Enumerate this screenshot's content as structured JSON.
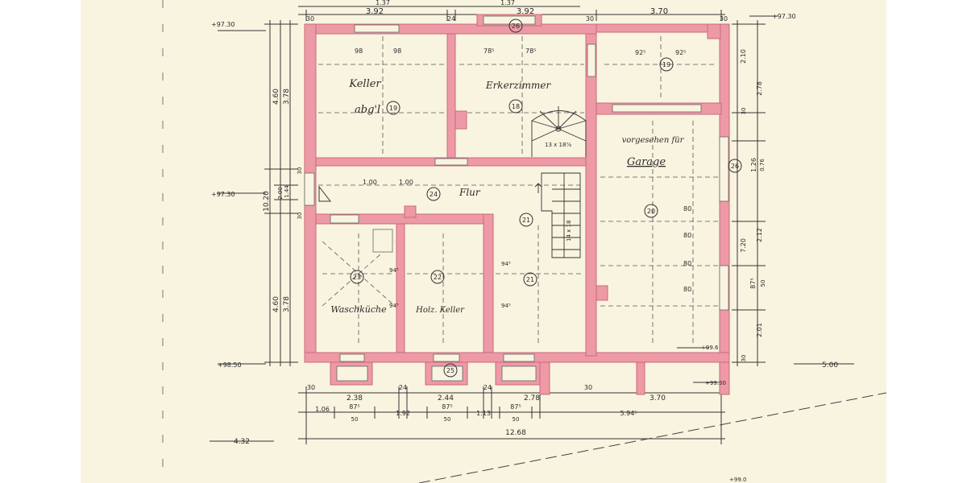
{
  "rooms": [
    {
      "id": "keller",
      "name": "Keller",
      "number": "19",
      "annotation": "abg'l",
      "dims": [
        "98",
        "98"
      ]
    },
    {
      "id": "erkerzimmer",
      "name": "Erkerzimmer",
      "number": "18",
      "dims": [
        "78⁵",
        "78⁵"
      ]
    },
    {
      "id": "room-19",
      "number": "19",
      "dims": [
        "92⁵",
        "92⁵"
      ]
    },
    {
      "id": "flur",
      "name": "Flur",
      "number": "24",
      "dims": [
        "1.00",
        "1.00"
      ]
    },
    {
      "id": "garage",
      "name": "Garage",
      "note": "vorgesehen für",
      "number": "20",
      "dims": [
        "80",
        "80",
        "80",
        "80"
      ]
    },
    {
      "id": "waschkueche",
      "name": "Waschküche",
      "number": "23",
      "dims": [
        "94⁵",
        "94⁵"
      ]
    },
    {
      "id": "holz-keller",
      "name": "Holz. Keller",
      "number": "22"
    },
    {
      "id": "room-21",
      "number": "21",
      "dims": [
        "94⁵",
        "94⁵"
      ]
    }
  ],
  "marks": {
    "n26_top": "26",
    "n26_right": "26",
    "n25_bottom": "25",
    "n21_stair": "21",
    "stair_label": "13 x 18⅞",
    "stair2_label": "14 x 18"
  },
  "top_dims": {
    "seg1": "3.92",
    "seg2": "24",
    "seg3": "3.92",
    "seg4": "30",
    "seg5": "3.70",
    "end_left": "30",
    "end_right": "30",
    "partial1": "1.37",
    "partial2": "1.37"
  },
  "bottom_dims": {
    "row1": [
      "30",
      "2.38",
      "24",
      "2.44",
      "24",
      "2.78",
      "30",
      "3.70"
    ],
    "row2": [
      "1.06",
      "87⁵",
      "1.92",
      "87⁵",
      "1.13",
      "87⁵",
      "5.94⁵"
    ],
    "row2_sub": [
      "50",
      "50",
      "50"
    ],
    "total": "12.68",
    "side": "4.32"
  },
  "left_dims": {
    "upper": "4.60",
    "upper_inner": "3.78",
    "total": "10.20",
    "mid1": "1.44",
    "mid2": "2.00",
    "lower": "4.60",
    "lower_inner": "3.78",
    "end1": "30",
    "end2": "30"
  },
  "right_dims": {
    "r1": "2.10",
    "r2": "2.78",
    "r3": "1.26",
    "r4": "0.76",
    "r5": "7.20",
    "r6": "2.12",
    "r7": "87⁵",
    "r7sub": "50",
    "r8": "2.01",
    "r9": "30",
    "r10": "30"
  },
  "elevations": {
    "top_left": "+97.30",
    "mid_left": "+97.30",
    "bottom_left": "+98.50",
    "top_right": "+97.30",
    "garage": "+99.6",
    "bottom_right": "+99.30",
    "bottom_far": "+99.0"
  },
  "side_dims": {
    "right_ext": "5.00"
  }
}
